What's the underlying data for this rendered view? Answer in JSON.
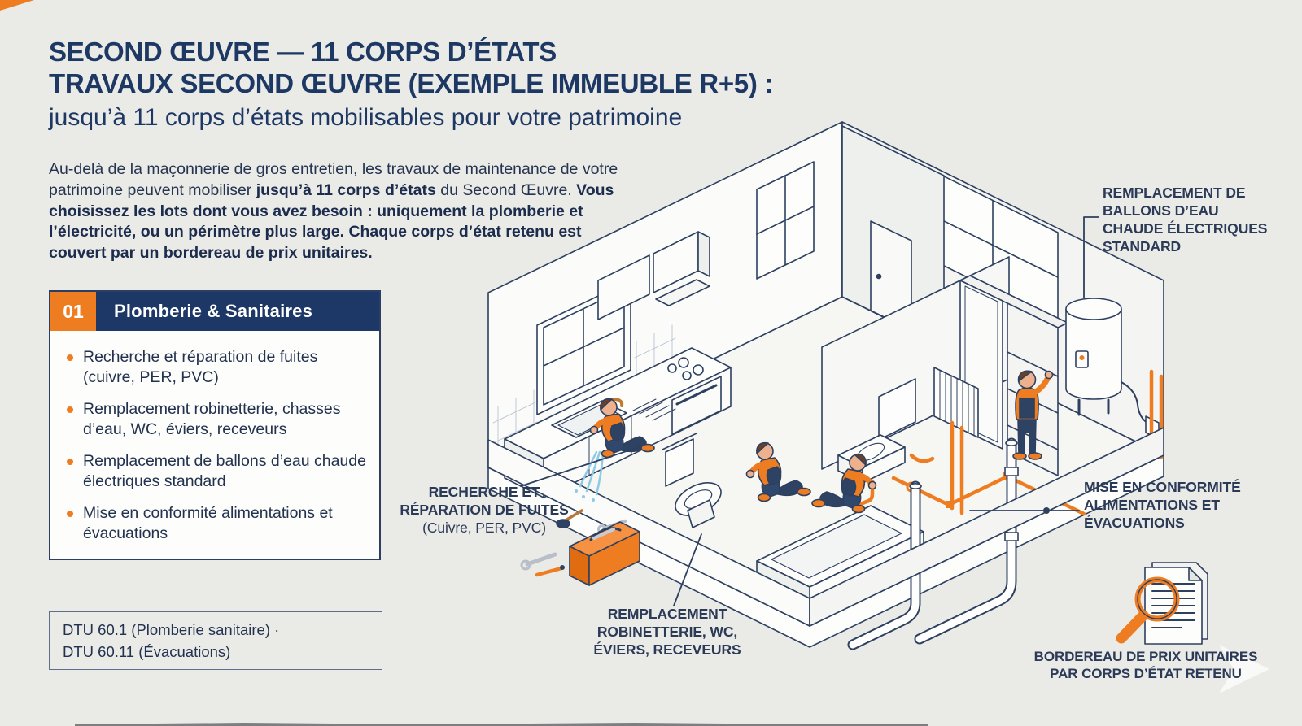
{
  "page": {
    "bg_color": "#eaeae7",
    "accent_orange": "#ee7d22",
    "navy_dark": "#1d3766",
    "title_navy": "#1e3864",
    "line_art_navy": "#2e4060",
    "pipe_copper_orange": "#ee7d22",
    "water_blue": "#8ecae6"
  },
  "header": {
    "title_line1": "SECOND ŒUVRE — 11 CORPS D’ÉTATS",
    "title_line2": "TRAVAUX SECOND ŒUVRE (EXEMPLE IMMEUBLE R+5) :",
    "subtitle": "jusqu’à 11 corps d’états mobilisables pour votre patrimoine"
  },
  "intro": {
    "segments": [
      {
        "text": "Au-delà de la maçonnerie de gros entretien, les travaux de maintenance de votre patrimoine peuvent mobiliser ",
        "bold": false
      },
      {
        "text": "jusqu’à 11 corps d’états",
        "bold": true
      },
      {
        "text": " du Second Œuvre. ",
        "bold": false
      },
      {
        "text": "Vous choisissez les lots dont vous avez besoin : uniquement la plomberie et l’électricité, ou un périmètre plus large. Chaque corps d’état retenu est couvert par un bordereau de prix unitaires.",
        "bold": true
      }
    ]
  },
  "card": {
    "number": "01",
    "title": "Plomberie & Sanitaires",
    "items": [
      "Recherche et réparation de fuites (cuivre, PER, PVC)",
      "Remplacement robinetterie, chasses d’eau, WC, éviers, receveurs",
      "Remplacement de ballons d’eau chaude électriques standard",
      "Mise en conformité alimentations et évacuations"
    ]
  },
  "dtu": {
    "line1": "DTU 60.1 (Plomberie sanitaire) ·",
    "line2": "DTU 60.11 (Évacuations)"
  },
  "annotations": {
    "ballons": {
      "lines": [
        "REMPLACEMENT DE",
        "BALLONS D’EAU",
        "CHAUDE ÉLECTRIQUES",
        "STANDARD"
      ]
    },
    "fuites": {
      "lines": [
        "RECHERCHE ET",
        "RÉPARATION DE FUITES"
      ],
      "sub": "(Cuivre, PER, PVC)"
    },
    "conformite": {
      "lines": [
        "MISE EN CONFORMITÉ",
        "ALIMENTATIONS ET",
        "ÉVACUATIONS"
      ]
    },
    "robinetterie": {
      "lines": [
        "REMPLACEMENT",
        "ROBINETTERIE, WC,",
        "ÉVIERS, RECEVEURS"
      ]
    },
    "bordereau": {
      "lines": [
        "BORDEREAU DE PRIX UNITAIRES",
        "PAR CORPS D’ÉTAT RETENU"
      ]
    }
  },
  "icons": {
    "bordereau_icon": "magnifier-document-icon",
    "toolbox_icon": "toolbox-icon"
  }
}
